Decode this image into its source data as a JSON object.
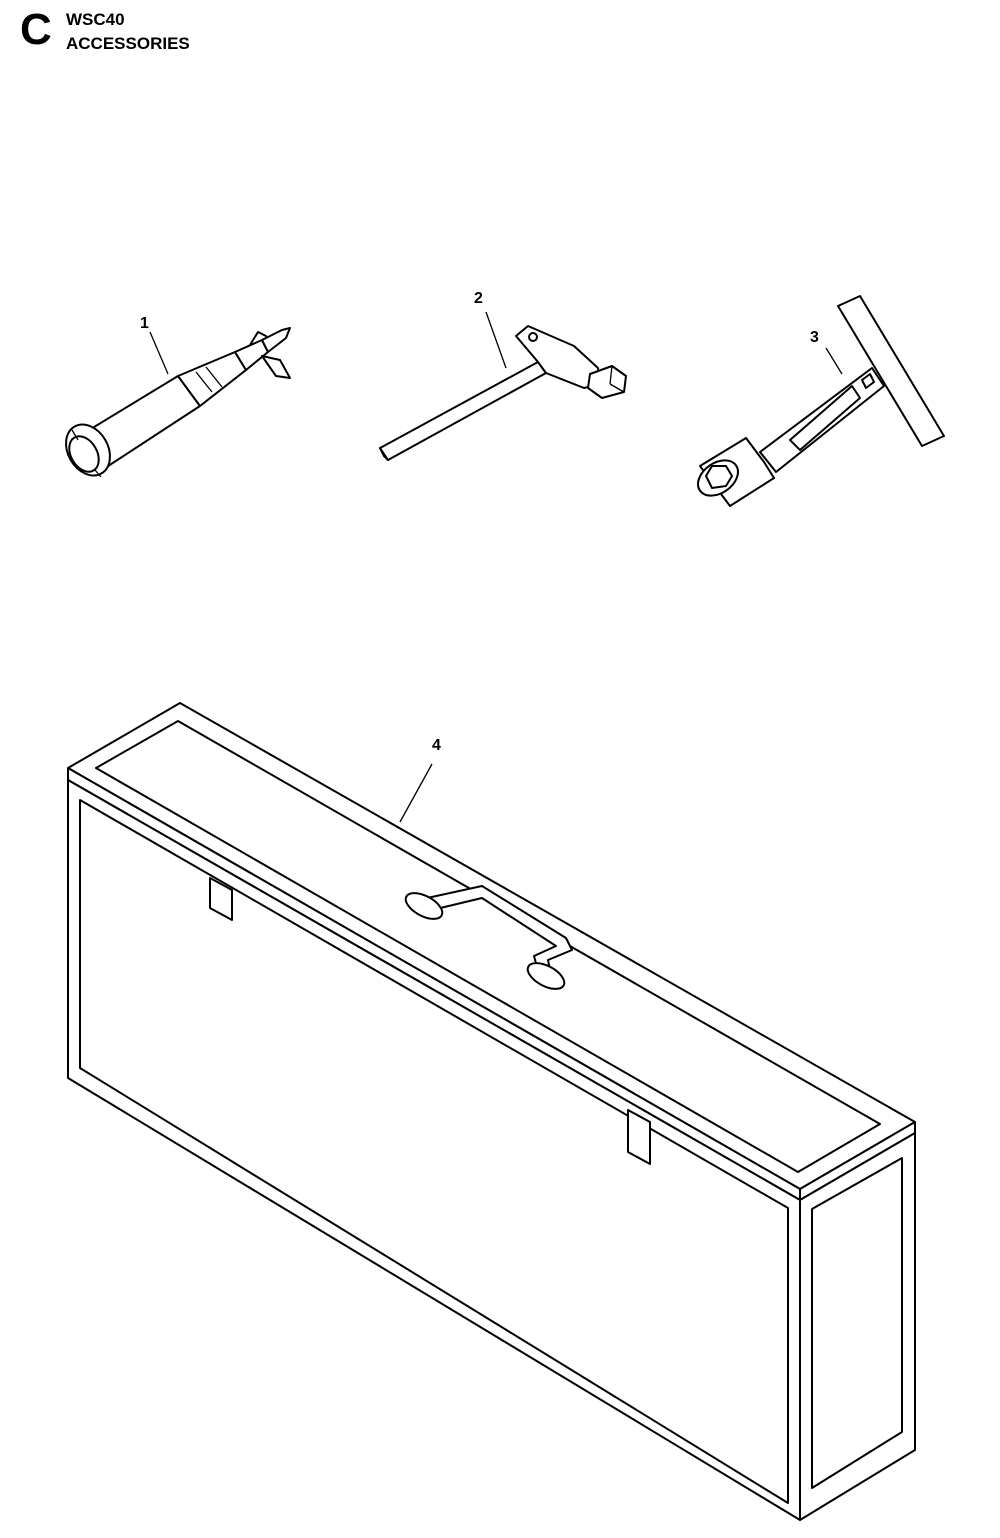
{
  "header": {
    "section_letter": "C",
    "model": "WSC40",
    "title": "ACCESSORIES"
  },
  "parts": [
    {
      "number": "1",
      "icon": "grease-gun-icon"
    },
    {
      "number": "2",
      "icon": "hex-key-icon"
    },
    {
      "number": "3",
      "icon": "socket-wrench-icon"
    },
    {
      "number": "4",
      "icon": "carrying-case-icon"
    }
  ]
}
